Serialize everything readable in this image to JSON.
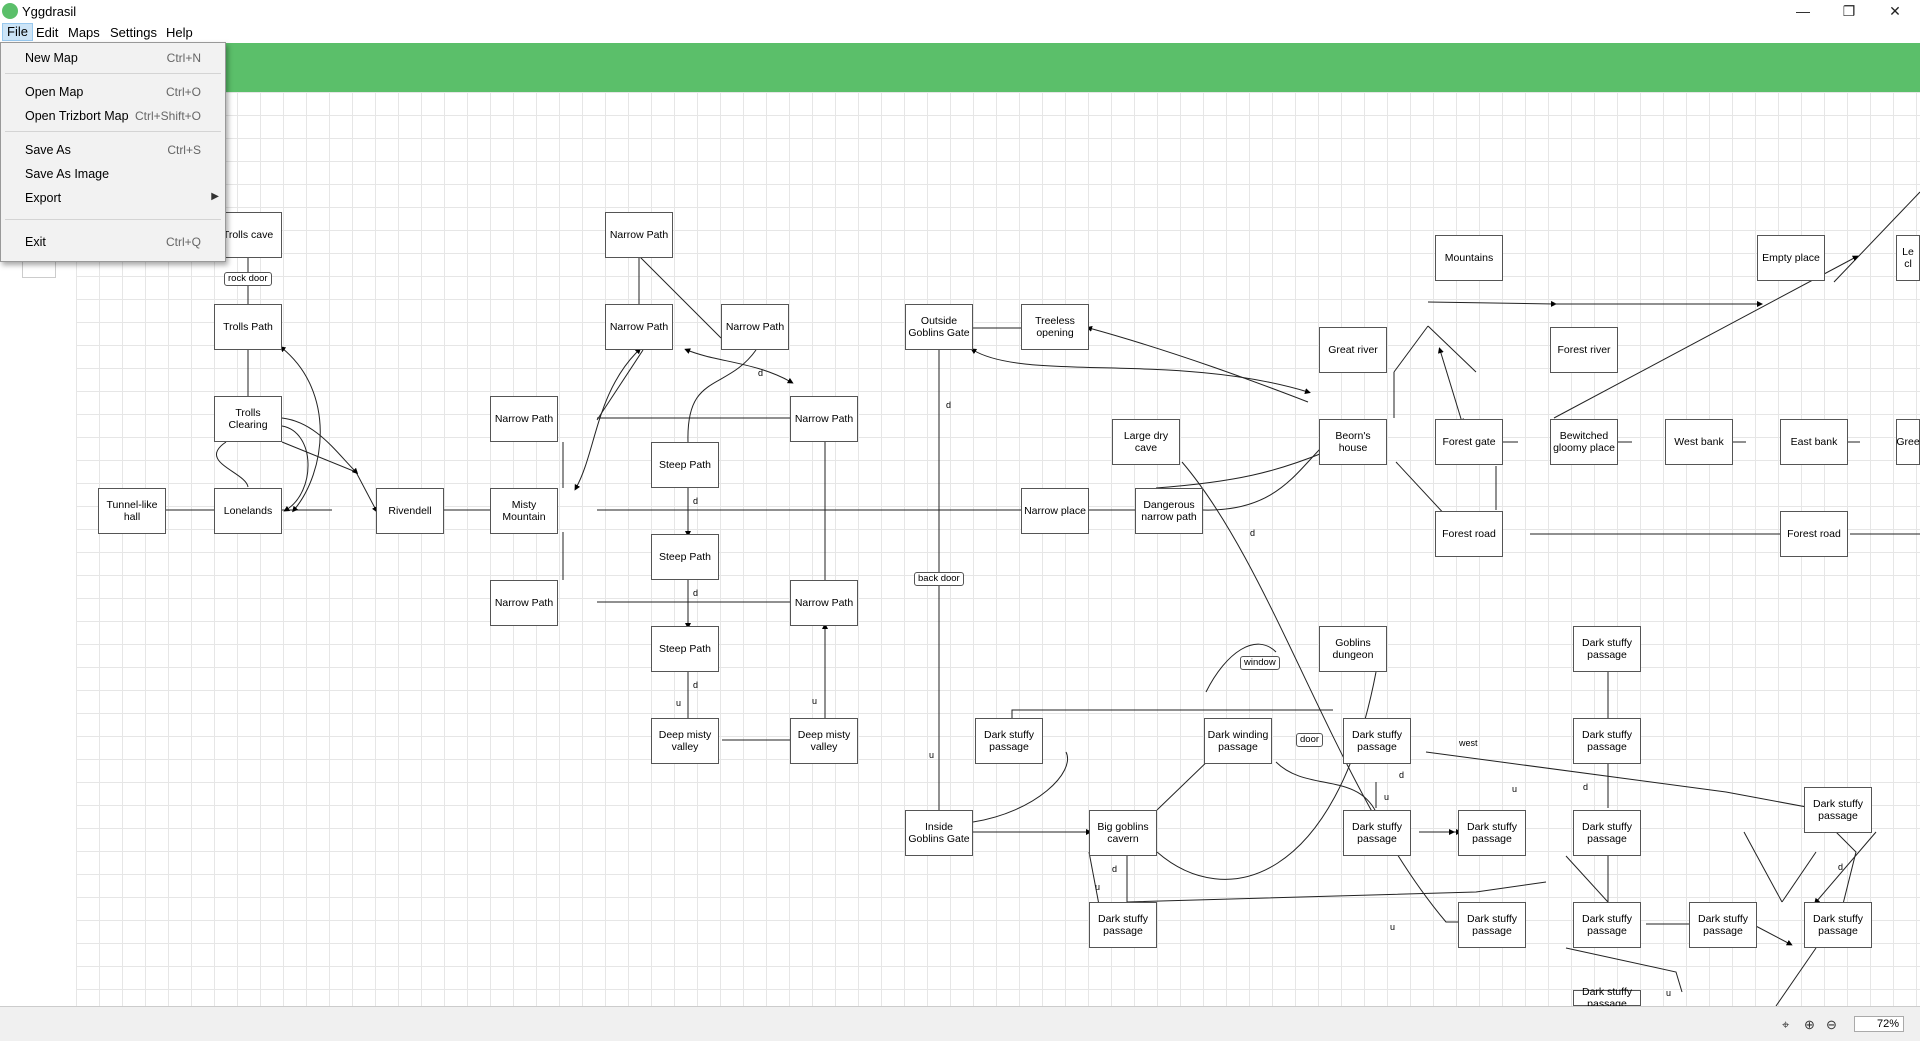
{
  "window": {
    "title": "Yggdrasil",
    "min": "—",
    "max": "❐",
    "close": "✕"
  },
  "menubar": [
    "File",
    "Edit",
    "Maps",
    "Settings",
    "Help"
  ],
  "file_menu": [
    {
      "label": "New Map",
      "shortcut": "Ctrl+N"
    },
    {
      "label": "Open Map",
      "shortcut": "Ctrl+O"
    },
    {
      "label": "Open Trizbort Map",
      "shortcut": "Ctrl+Shift+O"
    },
    {
      "label": "Save As",
      "shortcut": "Ctrl+S"
    },
    {
      "label": "Save As Image",
      "shortcut": ""
    },
    {
      "label": "Export",
      "shortcut": "",
      "submenu": true
    },
    {
      "label": "Exit",
      "shortcut": "Ctrl+Q"
    }
  ],
  "rooms": [
    "Trolls cave",
    "Trolls Path",
    "Trolls Clearing",
    "Tunnel-like hall",
    "Lonelands",
    "Rivendell",
    "Narrow Path",
    "Narrow Path",
    "Narrow Path",
    "Narrow Path",
    "Narrow Path",
    "Narrow Path",
    "Narrow Path",
    "Misty Mountain",
    "Steep Path",
    "Steep Path",
    "Steep Path",
    "Deep misty valley",
    "Deep misty valley",
    "Outside Goblins Gate",
    "Treeless opening",
    "Large dry cave",
    "Narrow place",
    "Dangerous narrow path",
    "Mountains",
    "Empty place",
    "Great river",
    "Forest river",
    "Beorn's house",
    "Forest gate",
    "Bewitched gloomy place",
    "West bank",
    "East bank",
    "Forest road",
    "Forest road",
    "Goblins dungeon",
    "Dark stuffy passage",
    "Dark winding passage",
    "Dark stuffy passage",
    "Dark stuffy passage",
    "Dark stuffy passage",
    "Inside Goblins Gate",
    "Big goblins cavern",
    "Dark stuffy passage",
    "Dark stuffy passage",
    "Dark stuffy passage",
    "Dark stuffy passage",
    "Dark stuffy passage",
    "Dark stuffy passage",
    "Dark stuffy passage",
    "Dark stuffy passage",
    "Dark stuffy passage",
    "Dark stuffy passage",
    "Gree",
    "Le cl"
  ],
  "edge_labels": [
    "rock door",
    "back door",
    "window",
    "door"
  ],
  "dir_labels": [
    "d",
    "d",
    "d",
    "d",
    "u",
    "u",
    "d",
    "u",
    "d",
    "d",
    "d",
    "u",
    "u",
    "d",
    "u",
    "u",
    "d",
    "west",
    "u"
  ],
  "status": {
    "zoom": "72%"
  }
}
